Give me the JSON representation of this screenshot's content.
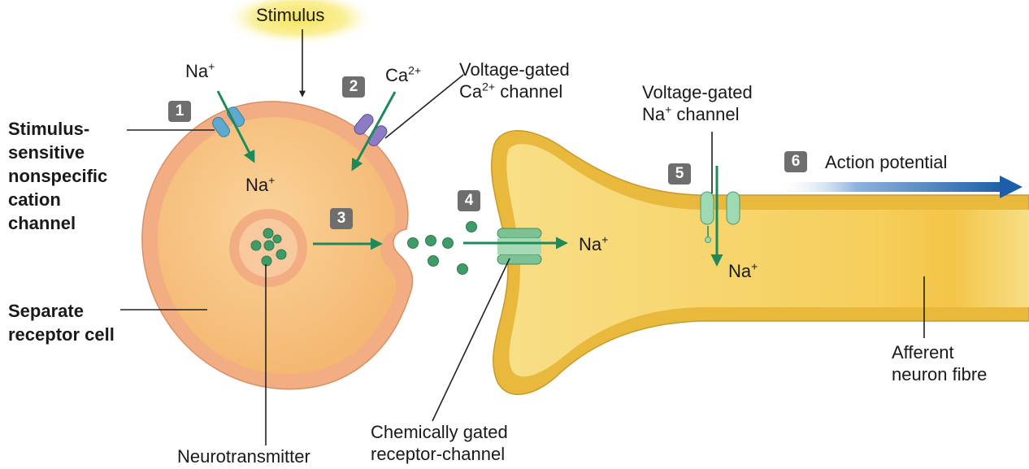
{
  "labels": {
    "stimulus": "Stimulus",
    "na_outside": "Na+",
    "na_inside": "Na+",
    "ca": "Ca2+",
    "vg_ca_channel": [
      "Voltage-gated",
      "Ca2+ channel"
    ],
    "stim_channel": [
      "Stimulus-",
      "sensitive",
      "nonspecific",
      "cation",
      "channel"
    ],
    "receptor_cell": [
      "Separate",
      "receptor cell"
    ],
    "vg_na_channel": [
      "Voltage-gated",
      "Na+ channel"
    ],
    "action_potential": "Action potential",
    "na_post": "Na+",
    "na_axon": "Na+",
    "afferent": [
      "Afferent",
      "neuron fibre"
    ],
    "chem_channel": [
      "Chemically gated",
      "receptor-channel"
    ],
    "neurotransmitter": "Neurotransmitter"
  },
  "steps": [
    "1",
    "2",
    "3",
    "4",
    "5",
    "6"
  ],
  "colors": {
    "cell_fill": "#f7c57e",
    "cell_rim": "#f2ae82",
    "neuron_fill": "#f6d66a",
    "neuron_rim": "#e9b93d",
    "arrow_green": "#1e8a5a",
    "vesicle_green": "#3f9b67",
    "action_arrow": "#1c5fa8",
    "stimulus_glow": "#f7e35a",
    "badge_gray": "#6e6e6e"
  },
  "icons": [
    "stimulus-glow",
    "cation-channel-icon",
    "calcium-channel-icon",
    "receptor-channel-icon",
    "sodium-channel-icon"
  ]
}
